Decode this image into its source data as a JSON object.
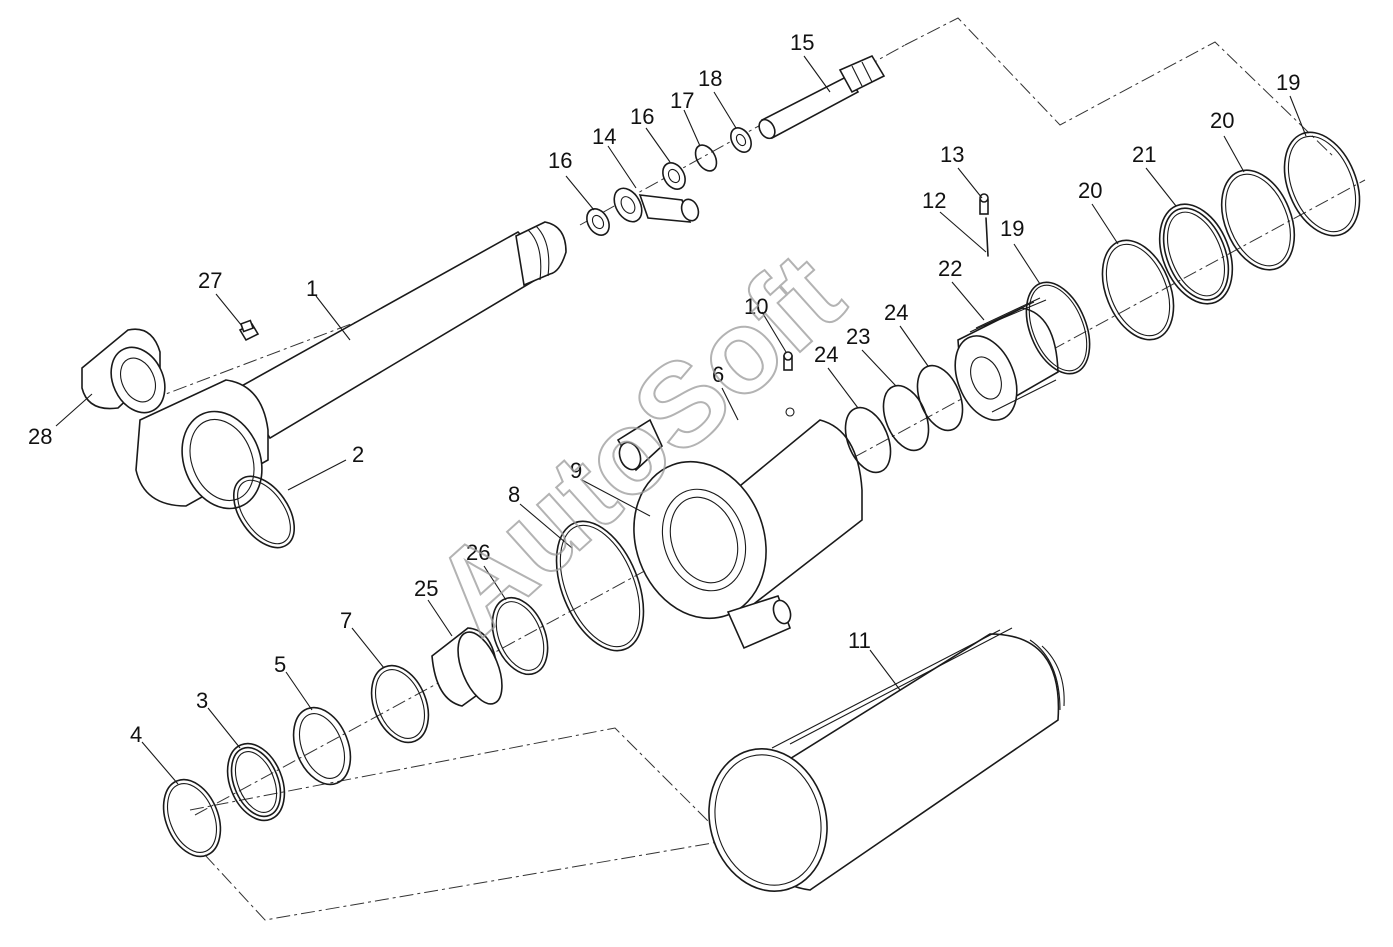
{
  "watermark": "AutoSoft",
  "callouts": [
    {
      "id": "c1",
      "label": "1"
    },
    {
      "id": "c2",
      "label": "2"
    },
    {
      "id": "c3",
      "label": "3"
    },
    {
      "id": "c4",
      "label": "4"
    },
    {
      "id": "c5",
      "label": "5"
    },
    {
      "id": "c6",
      "label": "6"
    },
    {
      "id": "c7",
      "label": "7"
    },
    {
      "id": "c8",
      "label": "8"
    },
    {
      "id": "c9",
      "label": "9"
    },
    {
      "id": "c10",
      "label": "10"
    },
    {
      "id": "c11",
      "label": "11"
    },
    {
      "id": "c12",
      "label": "12"
    },
    {
      "id": "c13",
      "label": "13"
    },
    {
      "id": "c14",
      "label": "14"
    },
    {
      "id": "c15",
      "label": "15"
    },
    {
      "id": "c16a",
      "label": "16"
    },
    {
      "id": "c16b",
      "label": "16"
    },
    {
      "id": "c17",
      "label": "17"
    },
    {
      "id": "c18",
      "label": "18"
    },
    {
      "id": "c19a",
      "label": "19"
    },
    {
      "id": "c19b",
      "label": "19"
    },
    {
      "id": "c20a",
      "label": "20"
    },
    {
      "id": "c20b",
      "label": "20"
    },
    {
      "id": "c21",
      "label": "21"
    },
    {
      "id": "c22",
      "label": "22"
    },
    {
      "id": "c23",
      "label": "23"
    },
    {
      "id": "c24a",
      "label": "24"
    },
    {
      "id": "c24b",
      "label": "24"
    },
    {
      "id": "c25",
      "label": "25"
    },
    {
      "id": "c26",
      "label": "26"
    },
    {
      "id": "c27",
      "label": "27"
    },
    {
      "id": "c28",
      "label": "28"
    }
  ]
}
